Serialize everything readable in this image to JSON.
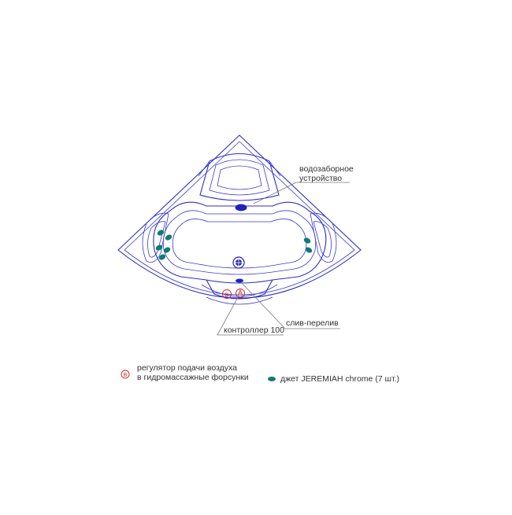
{
  "labels": {
    "intake": [
      "водозаборное",
      "устройство"
    ],
    "overflow": "слив-перелив",
    "controller": "контроллер 100"
  },
  "legend": {
    "air_regulator": [
      "регулятор подачи воздуха",
      "в гидромассажные форсунки"
    ],
    "air_regulator_symbol": "B",
    "jets": "джет JEREMIAH chrome (7 шт.)"
  },
  "colors": {
    "outline": "#2d2dcc",
    "jet": "#117a70",
    "regulator": "#cc2222",
    "text": "#333333"
  }
}
